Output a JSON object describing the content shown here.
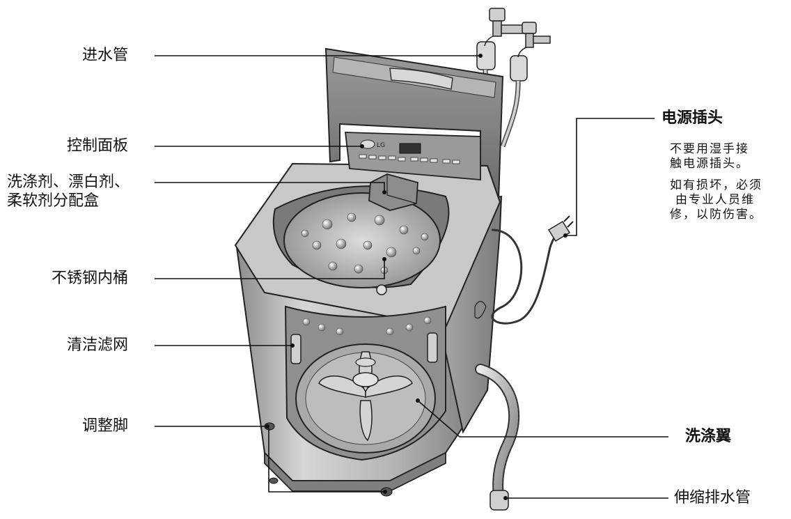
{
  "labels": {
    "inlet_hose": "进水管",
    "control_panel": "控制面板",
    "dispenser_line1": "洗涤剂、漂白剂、",
    "dispenser_line2": "柔软剂分配盒",
    "stainless_tub": "不锈钢内桶",
    "lint_filter": "清洁滤网",
    "leveling_feet": "调整脚",
    "power_plug": "电源插头",
    "pulsator": "洗涤翼",
    "drain_hose": "伸缩排水管"
  },
  "plug_warning": {
    "line1": "不要用湿手接",
    "line2": "触电源插头。",
    "line3": "如有损坏，必须",
    "line4": "由专业人员维",
    "line5": "修，以防伤害。"
  },
  "brand_mark": "LG",
  "colors": {
    "line": "#111111",
    "body_light": "#d9d9d9",
    "body_mid": "#a8a8a8",
    "body_dark": "#6e6e6e",
    "tub": "#bdbdbd"
  }
}
